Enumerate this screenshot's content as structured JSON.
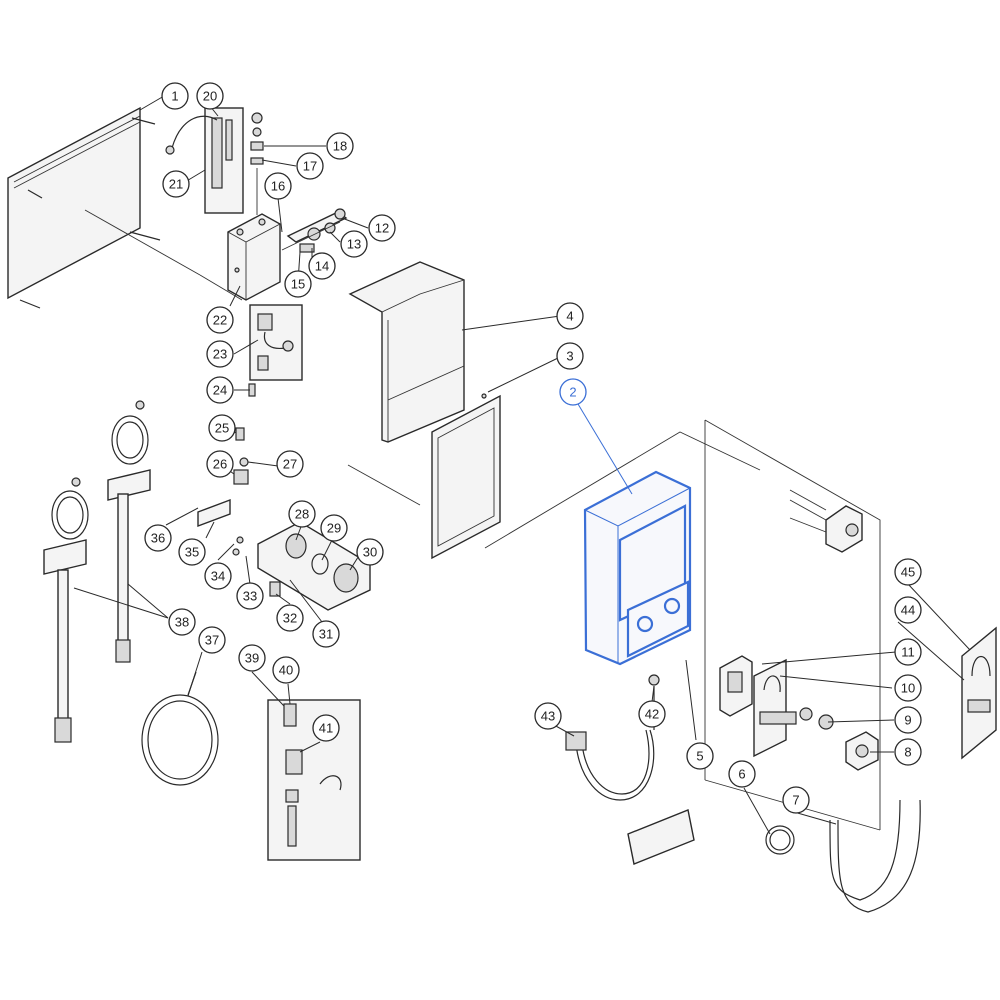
{
  "highlight_color": "#3b6fd6",
  "line_color": "#2a2a2a",
  "highlighted_part": "2",
  "callouts": [
    {
      "label": "1"
    },
    {
      "label": "2"
    },
    {
      "label": "3"
    },
    {
      "label": "4"
    },
    {
      "label": "5"
    },
    {
      "label": "6"
    },
    {
      "label": "7"
    },
    {
      "label": "8"
    },
    {
      "label": "9"
    },
    {
      "label": "10"
    },
    {
      "label": "11"
    },
    {
      "label": "12"
    },
    {
      "label": "13"
    },
    {
      "label": "14"
    },
    {
      "label": "15"
    },
    {
      "label": "16"
    },
    {
      "label": "17"
    },
    {
      "label": "18"
    },
    {
      "label": "20"
    },
    {
      "label": "21"
    },
    {
      "label": "22"
    },
    {
      "label": "23"
    },
    {
      "label": "24"
    },
    {
      "label": "25"
    },
    {
      "label": "26"
    },
    {
      "label": "27"
    },
    {
      "label": "28"
    },
    {
      "label": "29"
    },
    {
      "label": "30"
    },
    {
      "label": "31"
    },
    {
      "label": "32"
    },
    {
      "label": "33"
    },
    {
      "label": "34"
    },
    {
      "label": "35"
    },
    {
      "label": "36"
    },
    {
      "label": "37"
    },
    {
      "label": "38"
    },
    {
      "label": "39"
    },
    {
      "label": "40"
    },
    {
      "label": "41"
    },
    {
      "label": "42"
    },
    {
      "label": "43"
    },
    {
      "label": "44"
    },
    {
      "label": "45"
    }
  ]
}
